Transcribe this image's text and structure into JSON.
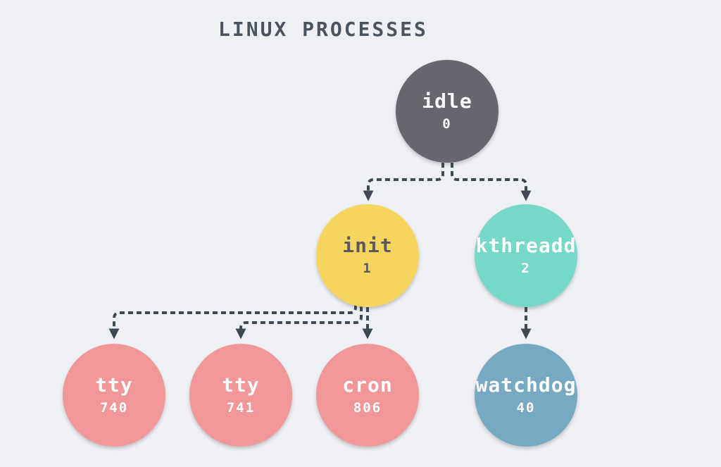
{
  "title": "LINUX PROCESSES",
  "colors": {
    "background": "#eef0f3",
    "title": "#4b545e",
    "edge": "#3e4a52"
  },
  "nodes": [
    {
      "id": "idle",
      "label": "idle",
      "pid": "0",
      "color": "#68656f",
      "text_color": "#ffffff"
    },
    {
      "id": "init",
      "label": "init",
      "pid": "1",
      "color": "#f6d55f",
      "text_color": "#5d5864"
    },
    {
      "id": "kthreadd",
      "label": "kthreadd",
      "pid": "2",
      "color": "#76d8c6",
      "text_color": "#ffffff"
    },
    {
      "id": "tty-740",
      "label": "tty",
      "pid": "740",
      "color": "#f19797",
      "text_color": "#ffffff"
    },
    {
      "id": "tty-741",
      "label": "tty",
      "pid": "741",
      "color": "#f19797",
      "text_color": "#ffffff"
    },
    {
      "id": "cron",
      "label": "cron",
      "pid": "806",
      "color": "#f19797",
      "text_color": "#ffffff"
    },
    {
      "id": "watchdog",
      "label": "watchdog",
      "pid": "40",
      "color": "#77a9c3",
      "text_color": "#ffffff"
    }
  ],
  "edges": [
    {
      "from": "idle",
      "to": "init"
    },
    {
      "from": "idle",
      "to": "kthreadd"
    },
    {
      "from": "init",
      "to": "tty-740"
    },
    {
      "from": "init",
      "to": "tty-741"
    },
    {
      "from": "init",
      "to": "cron"
    },
    {
      "from": "kthreadd",
      "to": "watchdog"
    }
  ]
}
